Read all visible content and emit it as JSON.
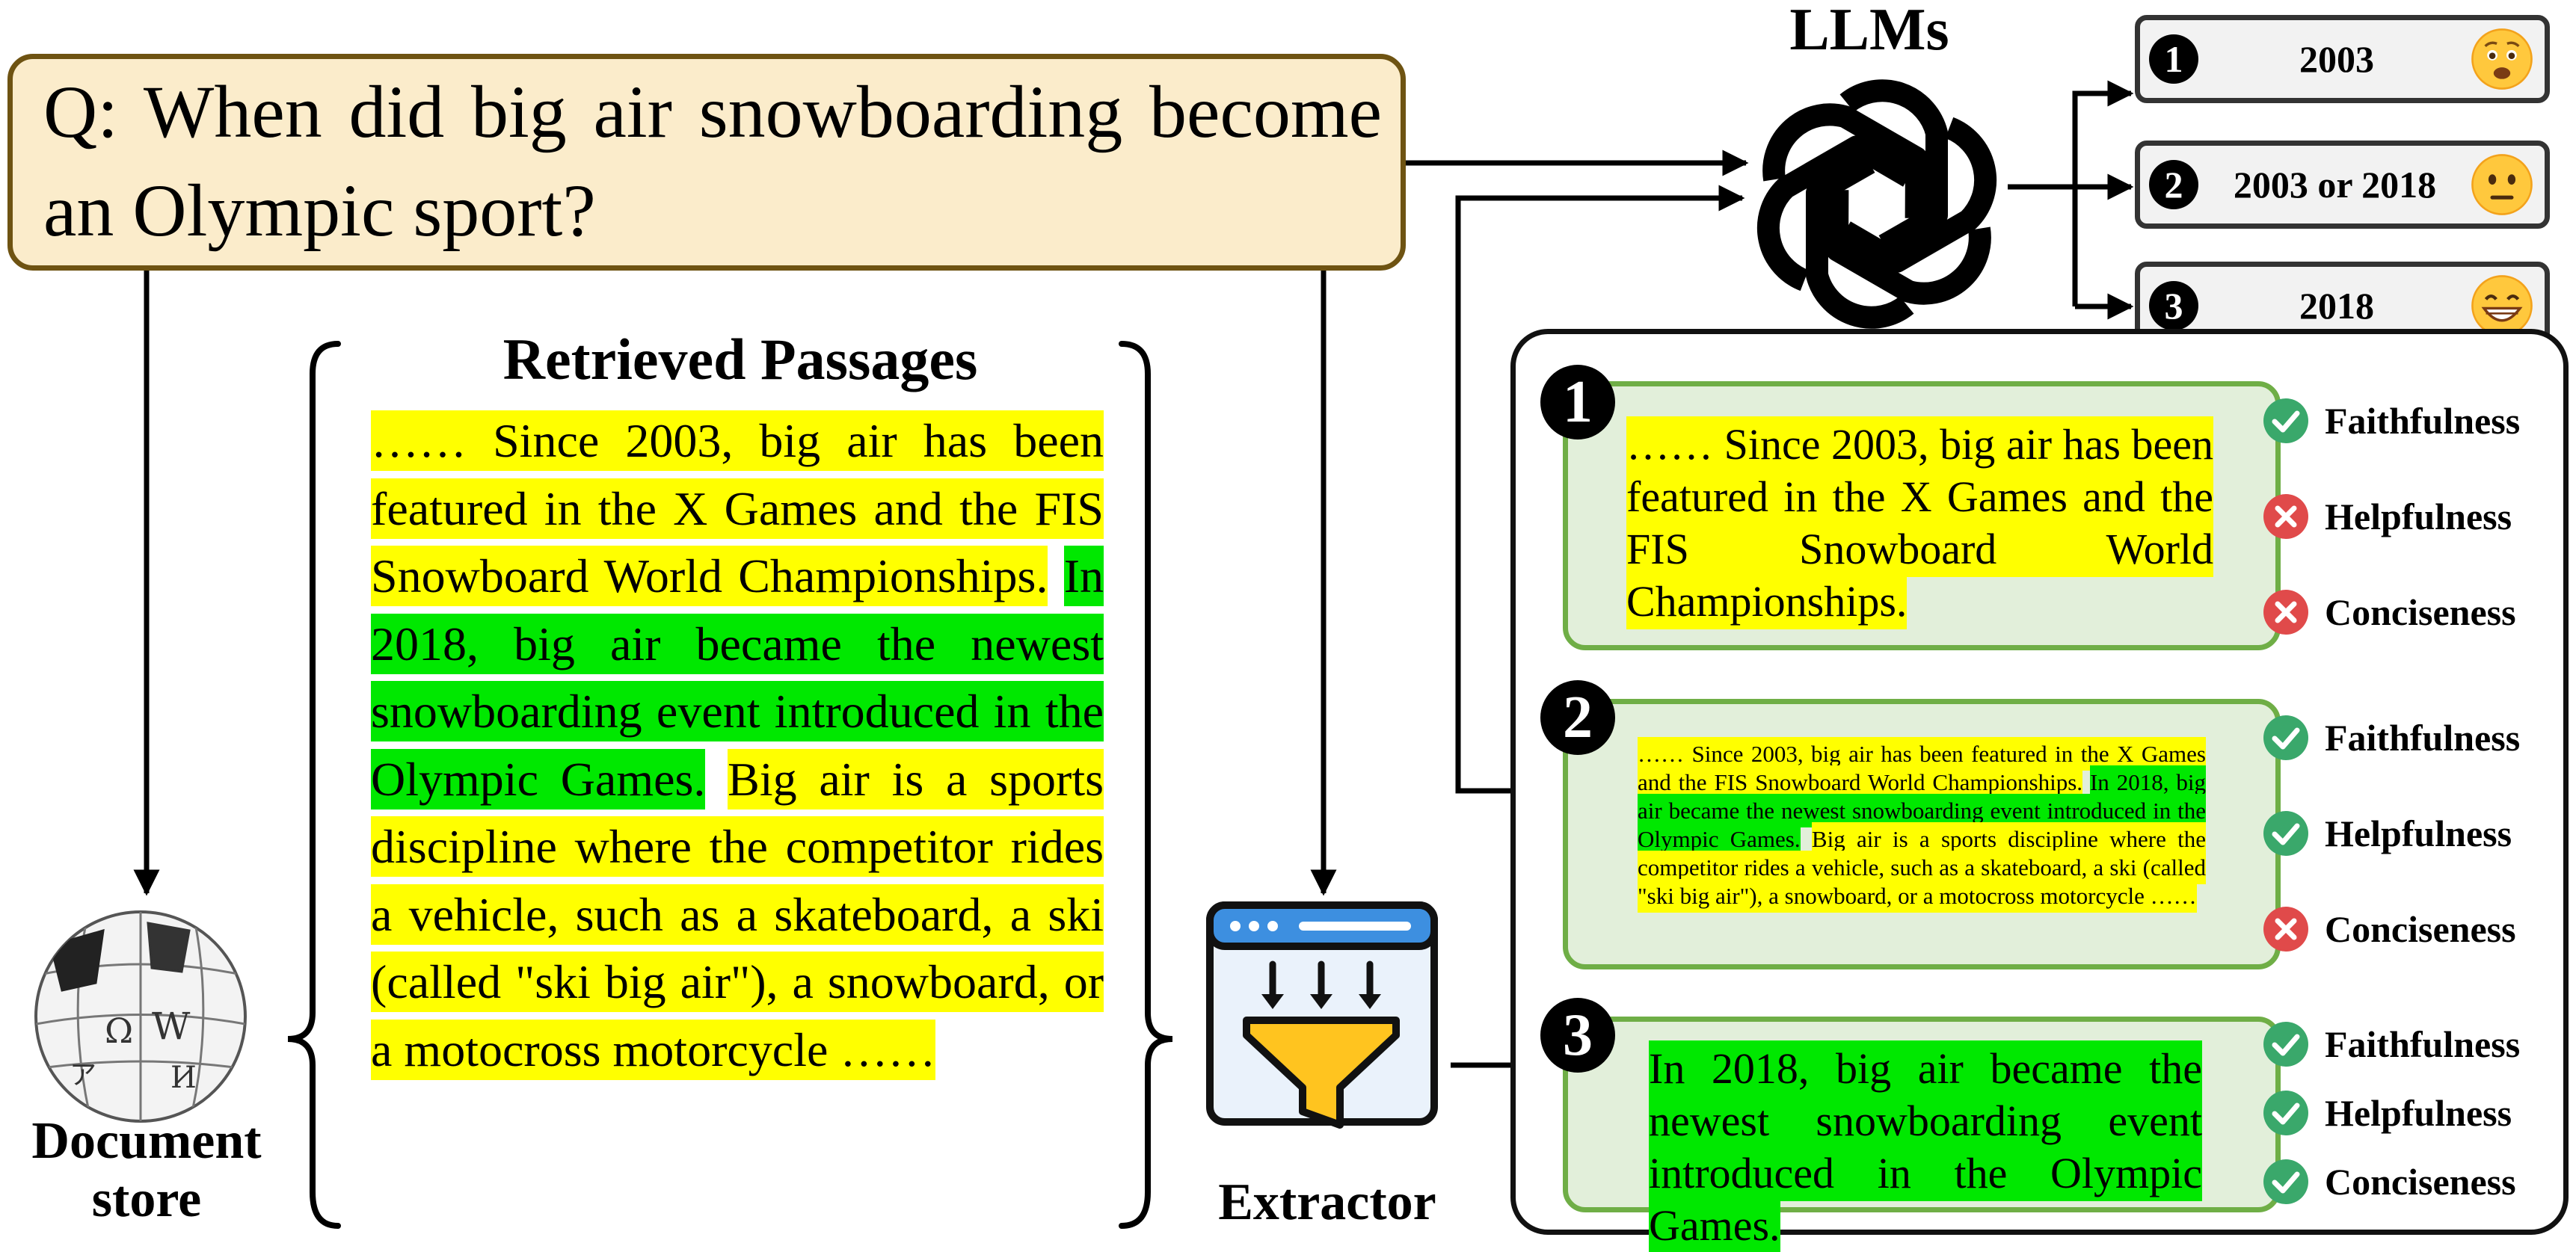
{
  "question": {
    "text": "Q: When did big air snowboarding become an Olympic sport?"
  },
  "llms": {
    "label": "LLMs"
  },
  "document_store": {
    "label_line1": "Document",
    "label_line2": "store"
  },
  "extractor": {
    "label": "Extractor"
  },
  "retrieved": {
    "title": "Retrieved Passages",
    "segments": [
      {
        "text": "…… Since 2003, big air has been featured in the X Games and the FIS Snowboard World Championships.",
        "highlight": "yellow"
      },
      {
        "text": " ",
        "highlight": "none"
      },
      {
        "text": "In 2018, big air became the newest snowboarding event introduced in the Olympic Games.",
        "highlight": "green"
      },
      {
        "text": " ",
        "highlight": "none"
      },
      {
        "text": "Big air is a sports discipline where the competitor rides a vehicle, such as a skateboard, a ski (called \"ski big air\"), a snowboard, or a motocross motorcycle ……",
        "highlight": "yellow"
      }
    ]
  },
  "answers": [
    {
      "number": "1",
      "text": "2003",
      "face": "worried-face-icon"
    },
    {
      "number": "2",
      "text": "2003 or 2018",
      "face": "neutral-face-icon"
    },
    {
      "number": "3",
      "text": "2018",
      "face": "grinning-face-icon"
    }
  ],
  "extractions": [
    {
      "number": "1",
      "segments": [
        {
          "text": "…… Since 2003, big air has been featured in the X Games and the FIS Snowboard World Championships.",
          "highlight": "yellow"
        }
      ],
      "criteria": [
        {
          "label": "Faithfulness",
          "pass": true
        },
        {
          "label": "Helpfulness",
          "pass": false
        },
        {
          "label": "Conciseness",
          "pass": false
        }
      ]
    },
    {
      "number": "2",
      "segments": [
        {
          "text": "…… Since 2003, big air has been featured in the X Games and the FIS Snowboard World Championships.",
          "highlight": "yellow"
        },
        {
          "text": " ",
          "highlight": "none"
        },
        {
          "text": "In 2018, big air became the newest snowboarding event introduced in the Olympic Games.",
          "highlight": "green"
        },
        {
          "text": " ",
          "highlight": "none"
        },
        {
          "text": "Big air is a sports discipline where the competitor rides a vehicle, such as a skateboard, a ski (called \"ski big air\"), a snowboard, or a motocross motorcycle ……",
          "highlight": "yellow"
        }
      ],
      "criteria": [
        {
          "label": "Faithfulness",
          "pass": true
        },
        {
          "label": "Helpfulness",
          "pass": true
        },
        {
          "label": "Conciseness",
          "pass": false
        }
      ]
    },
    {
      "number": "3",
      "segments": [
        {
          "text": "In 2018, big air became the newest snowboarding event introduced in the Olympic Games.",
          "highlight": "green"
        }
      ],
      "criteria": [
        {
          "label": "Faithfulness",
          "pass": true
        },
        {
          "label": "Helpfulness",
          "pass": true
        },
        {
          "label": "Conciseness",
          "pass": true
        }
      ]
    }
  ],
  "colors": {
    "question_bg": "#fbeccb",
    "question_border": "#6e5312",
    "highlight_yellow": "#ffff00",
    "highlight_green": "#00e800",
    "card_bg": "#e2efda",
    "card_border": "#6fae46",
    "pass": "#3aa86b",
    "fail": "#e04a4a"
  }
}
